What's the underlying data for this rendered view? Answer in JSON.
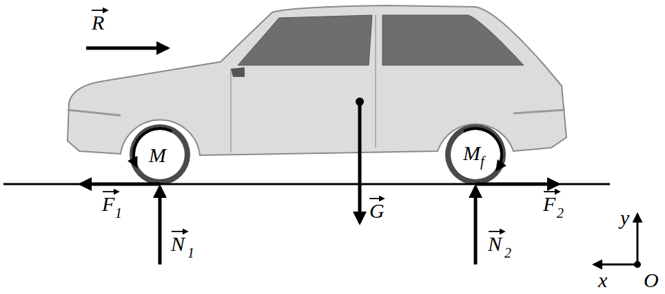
{
  "diagram": {
    "labels": [
      "R",
      "M",
      "M",
      "f",
      "F",
      "1",
      "N",
      "1",
      "G",
      "N",
      "2",
      "F",
      "2",
      "y",
      "x",
      "O"
    ]
  }
}
